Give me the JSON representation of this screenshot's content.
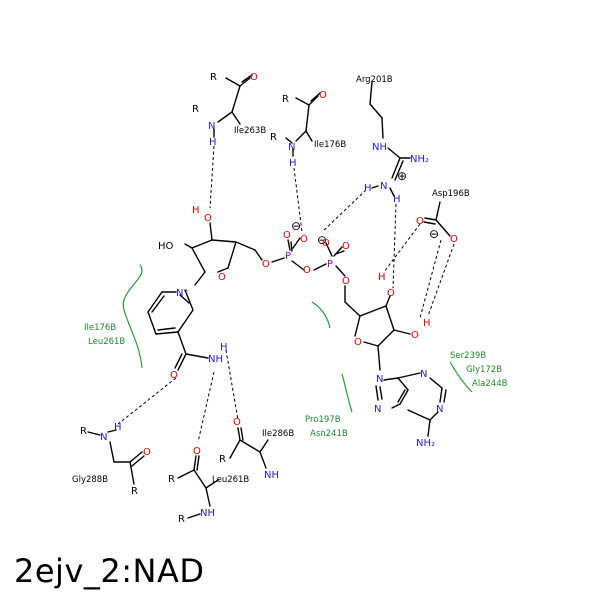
{
  "caption": "2ejv_2:NAD",
  "colors": {
    "bond": "#000000",
    "nitrogen": "#1f1fd0",
    "oxygen": "#e00000",
    "phosphorus": "#c000c0",
    "hydrophobic": "#2a9a3a"
  },
  "residues": {
    "ile263": "Ile263B",
    "ile176_top": "Ile176B",
    "arg201": "Arg201B",
    "asp196": "Asp196B",
    "ile176_left": "Ile176B",
    "leu261_left": "Leu261B",
    "ser239": "Ser239B",
    "gly172": "Gly172B",
    "ala244": "Ala244B",
    "pro197": "Pro197B",
    "asn241": "Asn241B",
    "ile286": "Ile286B",
    "leu261_bottom": "Leu261B",
    "gly288": "Gly288B"
  },
  "atoms": {
    "R": "R",
    "N": "N",
    "H": "H",
    "O": "O",
    "P": "P",
    "NH": "NH",
    "NH2": "NH₂",
    "HO": "HO",
    "Nplus": "N⁺",
    "plus": "⊕",
    "minus": "⊖"
  }
}
